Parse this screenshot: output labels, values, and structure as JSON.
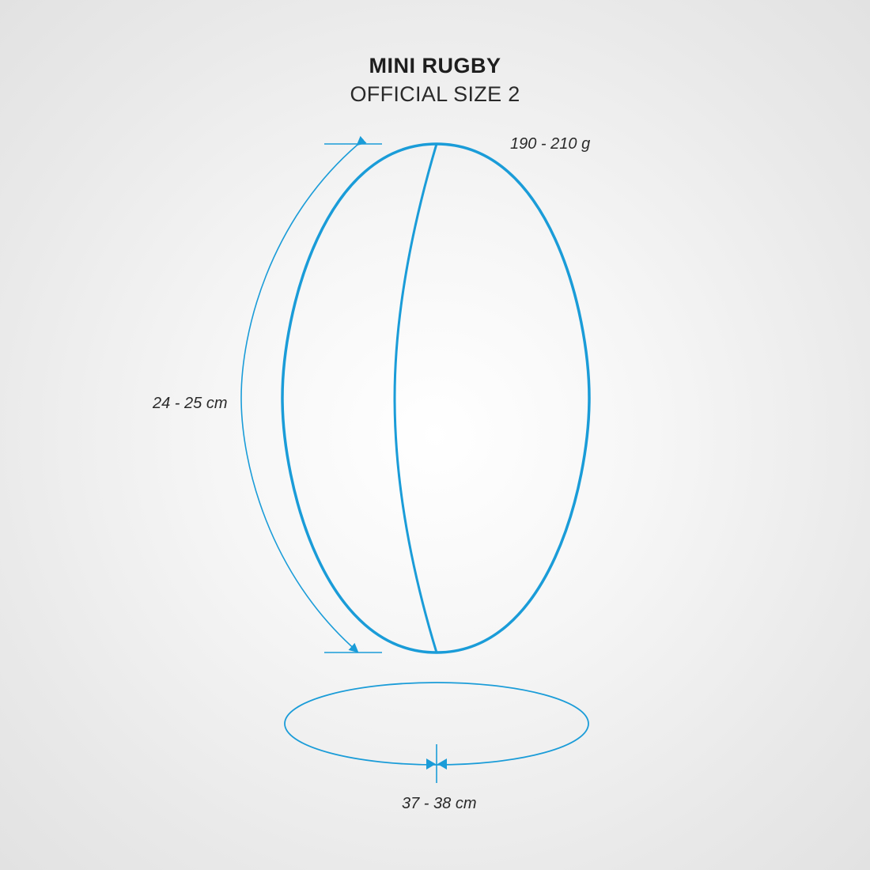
{
  "title": "MINI RUGBY",
  "subtitle": "OFFICIAL SIZE 2",
  "measurements": {
    "weight": "190 - 210 g",
    "length": "24 - 25 cm",
    "circumference": "37 - 38 cm"
  },
  "colors": {
    "accent": "#1a9cd8",
    "text": "#222222",
    "background": "#f2f2f2"
  }
}
